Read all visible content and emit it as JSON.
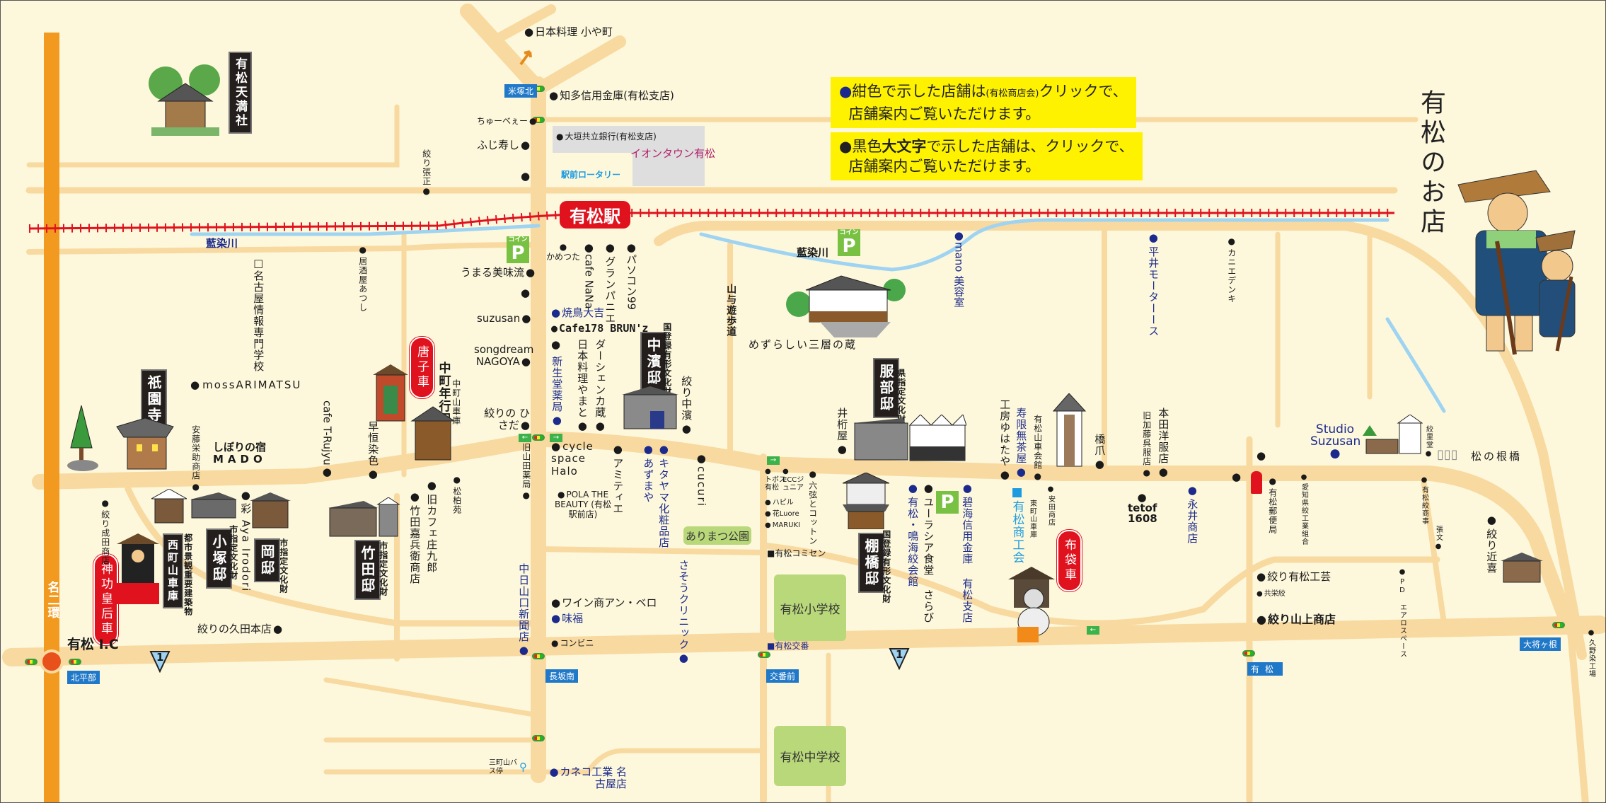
{
  "title": "有松のお店",
  "notice": {
    "line1_a": "紺色で示した店舗は",
    "line1_b": "(有松商店会)",
    "line1_c": "クリックで、",
    "line1_d": "店舗案内ご覧いただけます。",
    "line2_a": "黒色",
    "line2_b": "大文字",
    "line2_c": "で示した店舗は、クリックで、",
    "line2_d": "店舗案内ご覧いただけます。"
  },
  "station": "有松駅",
  "roads": {
    "meinikan": "名二環",
    "ic": "有松 I.C",
    "route": "1",
    "route2": "1",
    "walkway": "山与遊歩道"
  },
  "rivers": {
    "left": "藍染川",
    "right": "藍染川"
  },
  "intersections": {
    "yonezuka": "米塚北",
    "kitahirabe": "北平部",
    "nagasaka": "長坂南",
    "kobanmae": "交番前",
    "arimatsu": "有松",
    "oshogane": "大将ヶ根"
  },
  "parking": {
    "coin": "コイン",
    "p": "P"
  },
  "signs": {
    "tenmansha": "有松天満社",
    "gionji": "祇園寺",
    "kozuka": "小塚邸",
    "oka": "岡邸",
    "takeda": "竹田邸",
    "nishimachi": "西町山車庫",
    "nakahama": "中濱邸",
    "hattori": "服部邸",
    "tanahashi": "棚橋邸"
  },
  "floats": {
    "karako": "唐子車",
    "jingu": "神功皇后車",
    "hotei": "布袋車"
  },
  "heritage": {
    "city1": "市指定文化財",
    "city2": "市指定文化財",
    "city3": "市指定文化財",
    "landscape": "都市景観重要建築物",
    "national1": "国登録有形文化財",
    "national2": "国登録有形文化財",
    "pref": "県指定文化財"
  },
  "places": {
    "kura": "めずらしい三層の蔵",
    "aeon": "イオンタウン有松",
    "rotary": "駅前ロータリー",
    "park": "ありまつ公園",
    "elem": "有松小学校",
    "junior": "有松中学校",
    "komisen": "有松コミセン",
    "koban": "有松交番",
    "busstop": "三町山バス停",
    "school": "名古屋情報専門学校",
    "shokokai": "有松商工会",
    "dashi_kaikan": "有松山車会館",
    "higashi_shako": "東町山車庫",
    "naka_shako": "中町山車庫",
    "nenkyoji": "中町年行司",
    "bridge": "松の根橋",
    "post": "有松郵便局",
    "kumiai": "愛知県絞工業組合"
  },
  "shops": {
    "koyamachi": "日本料理 小や町",
    "chita": "知多信用金庫(有松支店)",
    "chubee": "ちゅーべぇー",
    "fujizushi": "ふじ寿し",
    "ogaki": "大垣共立銀行(有松支店)",
    "harimasa": "絞り張正",
    "umaru": "うまる美味流",
    "suzusan": "suzusan",
    "songdream": "songdream NAGOYA",
    "hisada": "絞りの ひさだ",
    "kametsuta": "かめつた",
    "nana": "cafe NaNa",
    "granpanie": "グランパニエ",
    "pasokon": "パソコン99",
    "daikichi": "焼鳥大吉",
    "brunz": "Cafe178 BRUN'z",
    "shinseido": "新生堂薬局",
    "yamato": "日本料理やまと",
    "dashenka": "ダーシェンカ蔵",
    "nakahama": "絞り中濱",
    "mano": "mano 美容室",
    "yamada": "旧山田薬局",
    "halo": "cycle space Halo",
    "amitie": "アミティエ",
    "azumaya": "あずまや",
    "kitayama": "キタヤマ化粧品店",
    "cucuri": "cucuri",
    "pola": "POLA THE BEAUTY (有松駅前店)",
    "chunichi": "中日山口新聞店",
    "wine": "ワイン商アン・ベロ",
    "ajifuku": "味福",
    "konbini": "コンビニ",
    "sasou": "さそうクリニック",
    "kaneko": "カネコ工業 名古屋店",
    "tobosu": "トボス有松",
    "ecc": "ECCジュニア",
    "hapiru": "ハピル",
    "luore": "花Luore",
    "maruki": "MARUKI",
    "rokugen": "六弦とコットン",
    "shibori_kaikan": "有松・鳴海絞会館",
    "eurasia": "ユーラシア食堂 さらび",
    "hekikai": "碧海信用金庫 有松支店",
    "yasuda": "安田商店",
    "tetof": "tetof 1608",
    "nagai": "永井商店",
    "igetaya": "井桁屋",
    "yuhataya": "工房ゆはたや",
    "jugemu": "寿限無茶屋",
    "hashizume": "橋爪",
    "kato": "旧加藤呉服店",
    "honda": "本田洋服店",
    "hirai": "平井モーターース",
    "kanie": "カニエデンキ",
    "studio": "Studio Suzusan",
    "kourido": "絞里堂",
    "shoji": "有松絞商事",
    "chobun": "張文",
    "kinki": "絞り近喜",
    "kogei": "絞り有松工芸",
    "kyoei": "共栄絞",
    "yamagami": "絞り山上商店",
    "pd": "PD エアロスペース",
    "kuno": "久野染工場",
    "atsushi": "居酒屋あつし",
    "moss": "mossARIMATSU",
    "ando": "安藤栄助商店",
    "mado1": "しぼりの宿",
    "mado2": "MADO",
    "rujyu": "cafe T-Rujyu",
    "hayatsune": "早恒染色",
    "shohakuen": "松柏苑",
    "shokuro": "旧カフェ庄九郎",
    "kahee": "竹田嘉兵衛商店",
    "irodori": "彩 Aya Irodori",
    "narita": "絞り成田商店",
    "kuda": "絞りの久田本店"
  }
}
